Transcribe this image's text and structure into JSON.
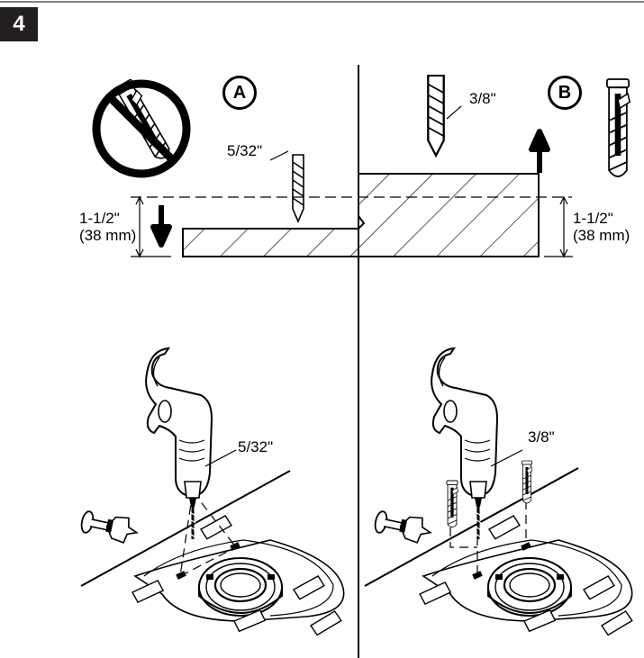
{
  "step_number": "4",
  "panels": {
    "a": {
      "badge": "A",
      "bit_size_top": "5/32\"",
      "depth_line1": "1-1/2\"",
      "depth_line2": "(38 mm)",
      "bit_size_bottom": "5/32\""
    },
    "b": {
      "badge": "B",
      "bit_size_top": "3/8\"",
      "depth_line1": "1-1/2\"",
      "depth_line2": "(38 mm)",
      "bit_size_bottom": "3/8\""
    }
  },
  "icons": [
    "no-anchor-icon",
    "drill-bit-icon",
    "wall-anchor-icon",
    "power-drill-icon",
    "bolt-icon",
    "toilet-outline-icon",
    "flange-icon"
  ]
}
